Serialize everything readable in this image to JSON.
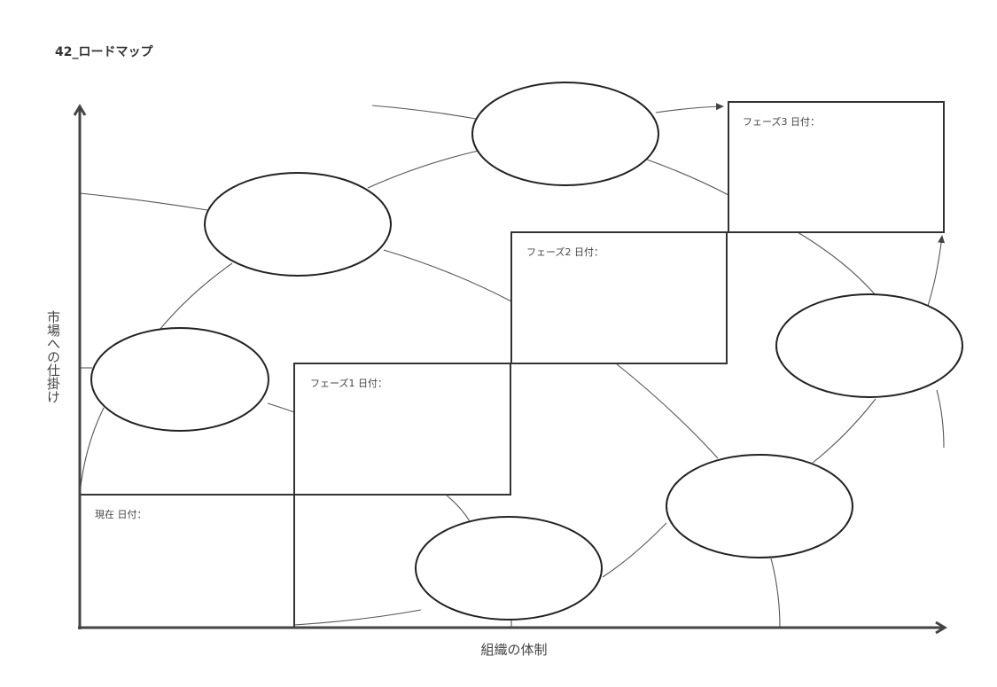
{
  "title": "42_ロードマップ",
  "axes": {
    "y_label": "市場への仕掛け",
    "x_label": "組織の体制"
  },
  "phases": [
    {
      "label": "現在 日付："
    },
    {
      "label": "フェーズ1 日付："
    },
    {
      "label": "フェーズ2 日付："
    },
    {
      "label": "フェーズ3 日付："
    }
  ],
  "colors": {
    "line": "#555555",
    "border": "#333333"
  }
}
